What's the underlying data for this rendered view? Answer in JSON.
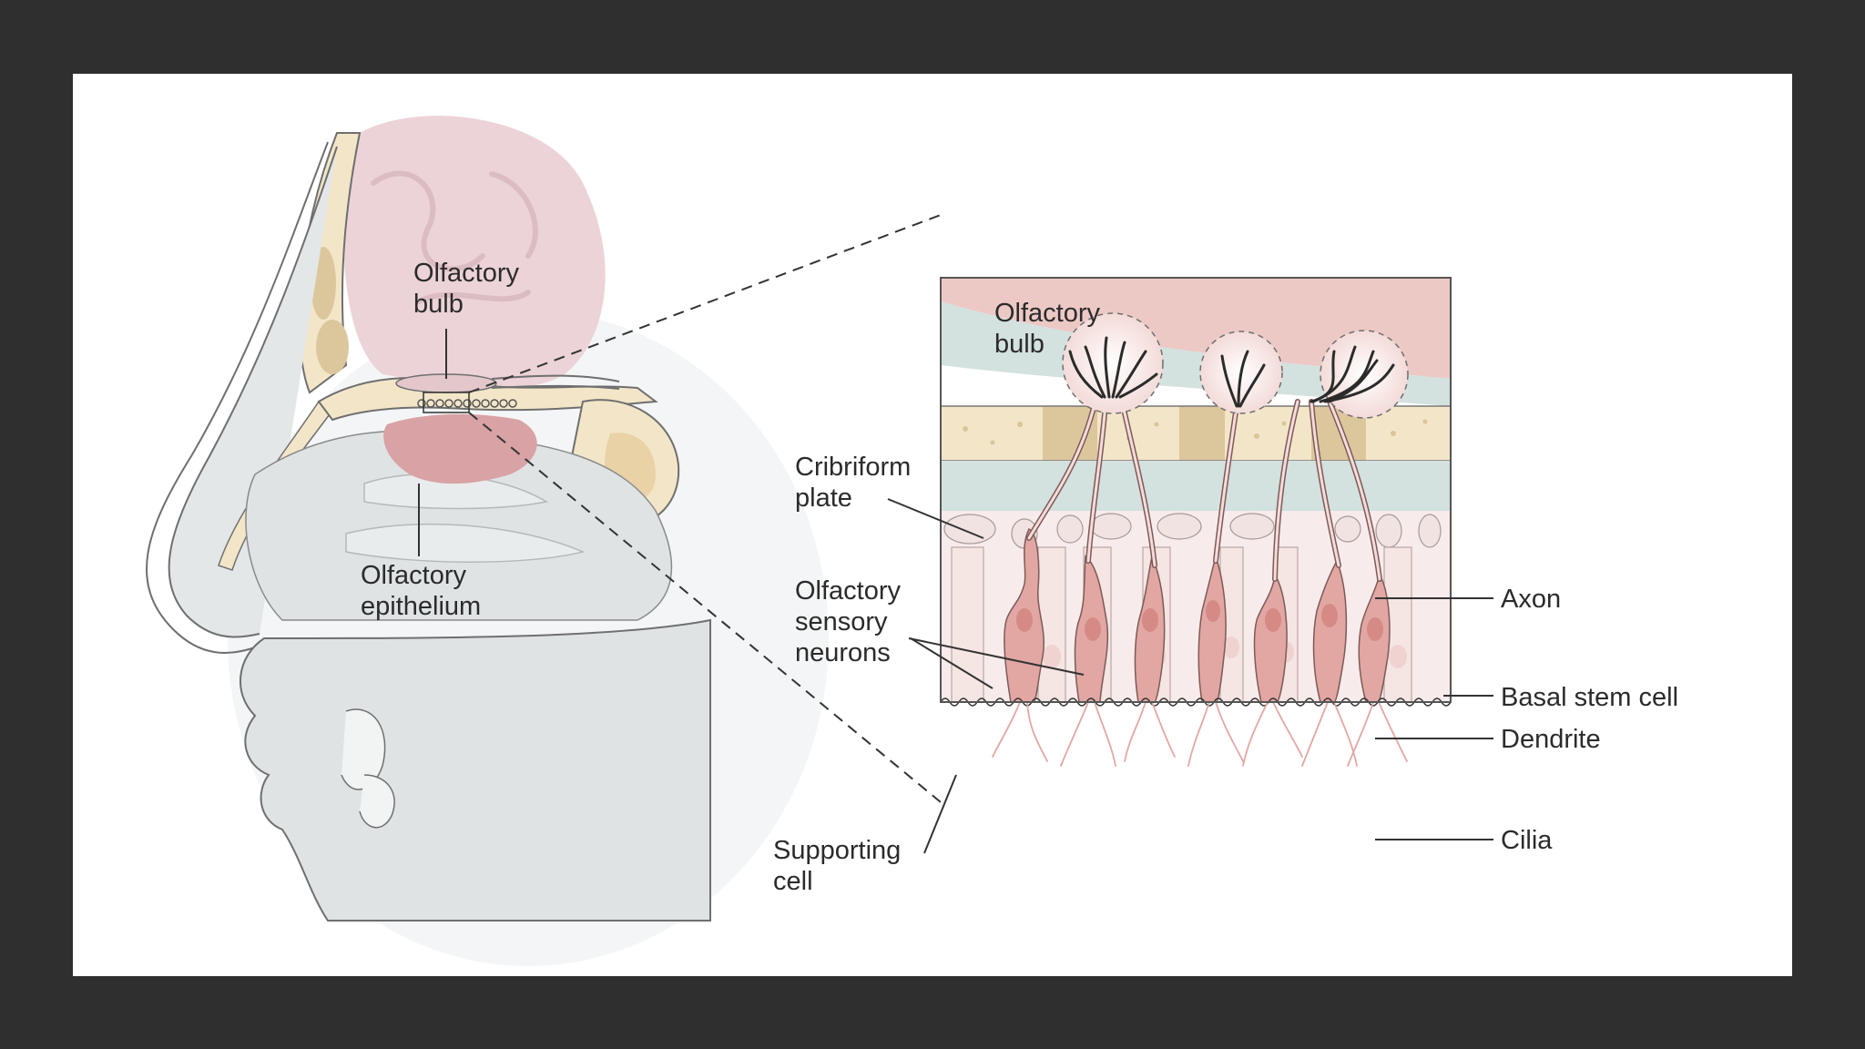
{
  "labels": {
    "olfactory_bulb_left": [
      "Olfactory",
      "bulb"
    ],
    "olfactory_epithelium": [
      "Olfactory",
      "epithelium"
    ],
    "olfactory_bulb_right": [
      "Olfactory",
      "bulb"
    ],
    "cribriform_plate": [
      "Cribriform",
      "plate"
    ],
    "olfactory_sensory_neurons": [
      "Olfactory",
      "sensory",
      "neurons"
    ],
    "supporting_cell": [
      "Supporting",
      "cell"
    ],
    "axon": "Axon",
    "basal_stem_cell": "Basal stem cell",
    "dendrite": "Dendrite",
    "cilia": "Cilia"
  },
  "colors": {
    "frame": "#2f2f30",
    "slide": "#ffffff",
    "brain": "#ecd3d8",
    "bone": "#f3e6c8",
    "bone_dark": "#dcc79d",
    "epithelium": "#d9a2a4",
    "tissue_gray": "#dfe3e4",
    "bulb_panel": "#ecc9c5",
    "mucosa_band": "#d3e1df",
    "neuron": "#e2a7a3",
    "supporting_cell": "#f5e5e3",
    "line": "#333333"
  }
}
